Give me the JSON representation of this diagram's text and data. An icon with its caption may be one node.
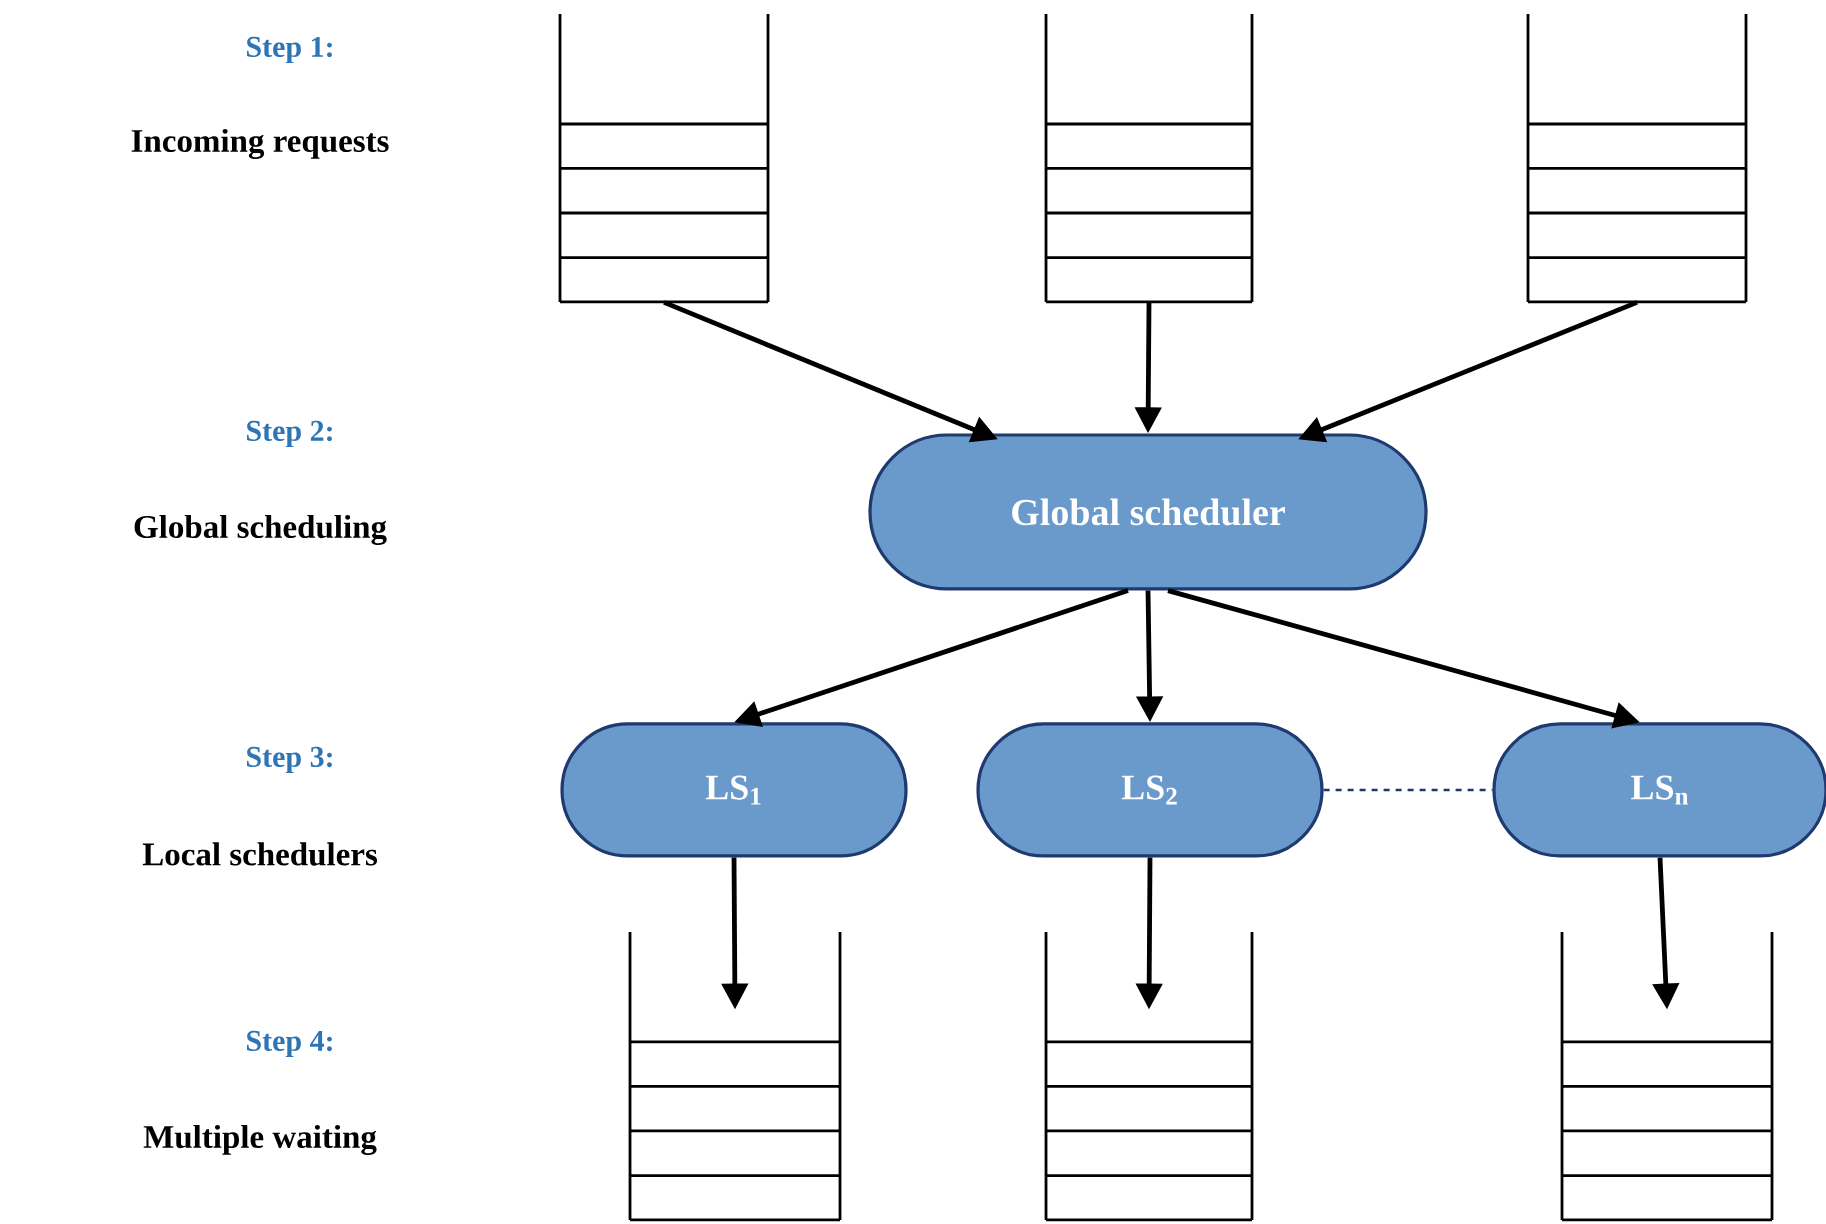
{
  "diagram": {
    "nodes": [
      {
        "text": [],
        "shape": "queue"
      },
      {
        "text": [],
        "shape": "queue"
      },
      {
        "text": [],
        "shape": "queue"
      },
      {
        "text": [
          "Global scheduler"
        ]
      },
      {
        "text": [
          "LS$_{1}$"
        ]
      },
      {
        "text": [
          "LS$_{2}$"
        ]
      },
      {
        "text": [
          "LS$_{n}$"
        ]
      },
      {
        "text": [],
        "shape": "queue"
      },
      {
        "text": [],
        "shape": "queue"
      },
      {
        "text": [],
        "shape": "queue"
      }
    ],
    "edges": [
      {
        "from": 0,
        "to": 3,
        "arrow": "to"
      },
      {
        "from": 1,
        "to": 3,
        "arrow": "to"
      },
      {
        "from": 2,
        "to": 3,
        "arrow": "to"
      },
      {
        "from": 3,
        "to": 4,
        "arrow": "to"
      },
      {
        "from": 3,
        "to": 5,
        "arrow": "to"
      },
      {
        "from": 3,
        "to": 6,
        "arrow": "to"
      },
      {
        "from": 5,
        "to": 6,
        "arrow": "none",
        "style": "dashed",
        "color": "#1f3a6e"
      },
      {
        "from": 4,
        "to": 7,
        "arrow": "to"
      },
      {
        "from": 5,
        "to": 8,
        "arrow": "to"
      },
      {
        "from": 6,
        "to": 9,
        "arrow": "to"
      }
    ],
    "labels": [
      "Step 1:",
      "Incoming requests",
      "Step 2:",
      "Global scheduling",
      "Step 3:",
      "Local schedulers",
      "Step 4:",
      "Multiple waiting"
    ]
  }
}
